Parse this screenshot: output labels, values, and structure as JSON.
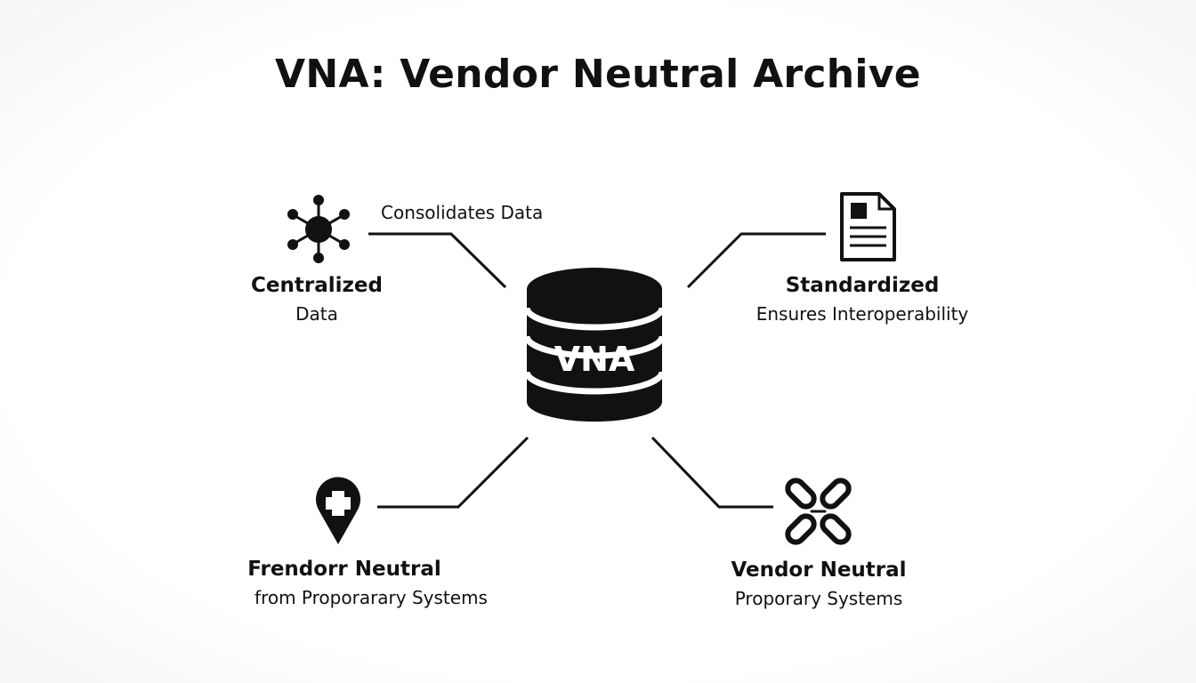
{
  "title": "VNA: Vendor Neutral Archive",
  "center": {
    "label": "VNA",
    "icon": "database-cylinder-icon"
  },
  "edge_labels": {
    "top_left": "Consolidates Data"
  },
  "nodes": {
    "top_left": {
      "title": "Centralized",
      "subtitle": "Data",
      "icon": "network-hub-icon"
    },
    "top_right": {
      "title": "Standardized",
      "subtitle": "Ensures Interoperability",
      "icon": "document-icon"
    },
    "bottom_left": {
      "title": "Frendorr Neutral",
      "subtitle": "from Proporarary Systems",
      "icon": "medical-location-pin-icon"
    },
    "bottom_right": {
      "title": "Vendor Neutral",
      "subtitle": "Proporary Systems",
      "icon": "broken-chain-link-icon"
    }
  },
  "colors": {
    "ink": "#111111",
    "background": "#ffffff"
  }
}
